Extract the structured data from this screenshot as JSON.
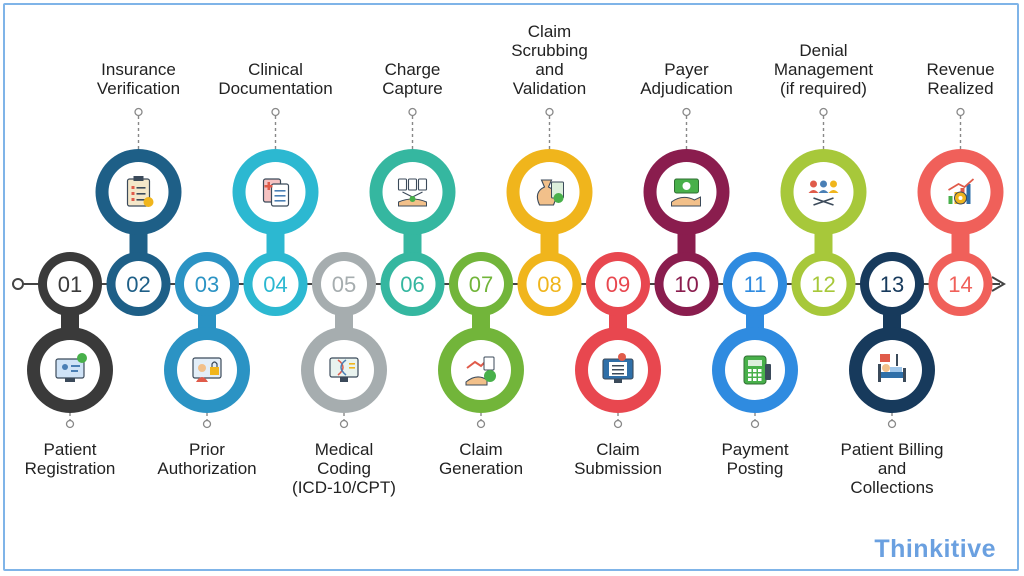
{
  "brand": {
    "logo_text": "Thinkitive"
  },
  "colors": {
    "line": "#444444",
    "connector": "#888888",
    "badge_fill": "#ffffff",
    "number_text": "#2b2b2b"
  },
  "steps": [
    {
      "number": "01",
      "lines": [
        "Patient",
        "Registration"
      ],
      "position": "below",
      "color": "#3a3a3a",
      "icon": "computer-user-check-icon"
    },
    {
      "number": "02",
      "lines": [
        "Insurance",
        "Verification"
      ],
      "position": "above",
      "color": "#1e5f87",
      "icon": "clipboard-checklist-icon"
    },
    {
      "number": "03",
      "lines": [
        "Prior",
        "Authorization"
      ],
      "position": "below",
      "color": "#2b93c4",
      "icon": "user-lock-icon"
    },
    {
      "number": "04",
      "lines": [
        "Clinical",
        "Documentation"
      ],
      "position": "above",
      "color": "#2cb8d1",
      "icon": "medical-documents-icon"
    },
    {
      "number": "05",
      "lines": [
        "Medical",
        "Coding",
        "(ICD-10/CPT)"
      ],
      "position": "below",
      "color": "#a6adaf",
      "icon": "dna-monitor-icon"
    },
    {
      "number": "06",
      "lines": [
        "Charge",
        "Capture"
      ],
      "position": "above",
      "color": "#35b7a0",
      "icon": "charge-capture-icon"
    },
    {
      "number": "07",
      "lines": [
        "Claim",
        "Generation"
      ],
      "position": "below",
      "color": "#72b53a",
      "icon": "money-growth-icon"
    },
    {
      "number": "08",
      "lines": [
        "Claim",
        "Scrubbing",
        "and",
        "Validation"
      ],
      "position": "above",
      "color": "#f0b51c",
      "icon": "money-bag-check-icon"
    },
    {
      "number": "09",
      "lines": [
        "Claim",
        "Submission"
      ],
      "position": "below",
      "color": "#e8474f",
      "icon": "monitor-upload-icon"
    },
    {
      "number": "10",
      "lines": [
        "Payer",
        "Adjudication"
      ],
      "position": "above",
      "color": "#8a1d4e",
      "icon": "hand-cash-icon"
    },
    {
      "number": "11",
      "lines": [
        "Payment",
        "Posting"
      ],
      "position": "below",
      "color": "#2f8be0",
      "icon": "payment-terminal-icon"
    },
    {
      "number": "12",
      "lines": [
        "Denial",
        "Management",
        "(if required)"
      ],
      "position": "above",
      "color": "#a7c83a",
      "icon": "team-shuffle-icon"
    },
    {
      "number": "13",
      "lines": [
        "Patient Billing",
        "and",
        "Collections"
      ],
      "position": "below",
      "color": "#173a5c",
      "icon": "patient-bed-icon"
    },
    {
      "number": "14",
      "lines": [
        "Revenue",
        "Realized"
      ],
      "position": "above",
      "color": "#f0605a",
      "icon": "revenue-gear-chart-icon"
    }
  ]
}
